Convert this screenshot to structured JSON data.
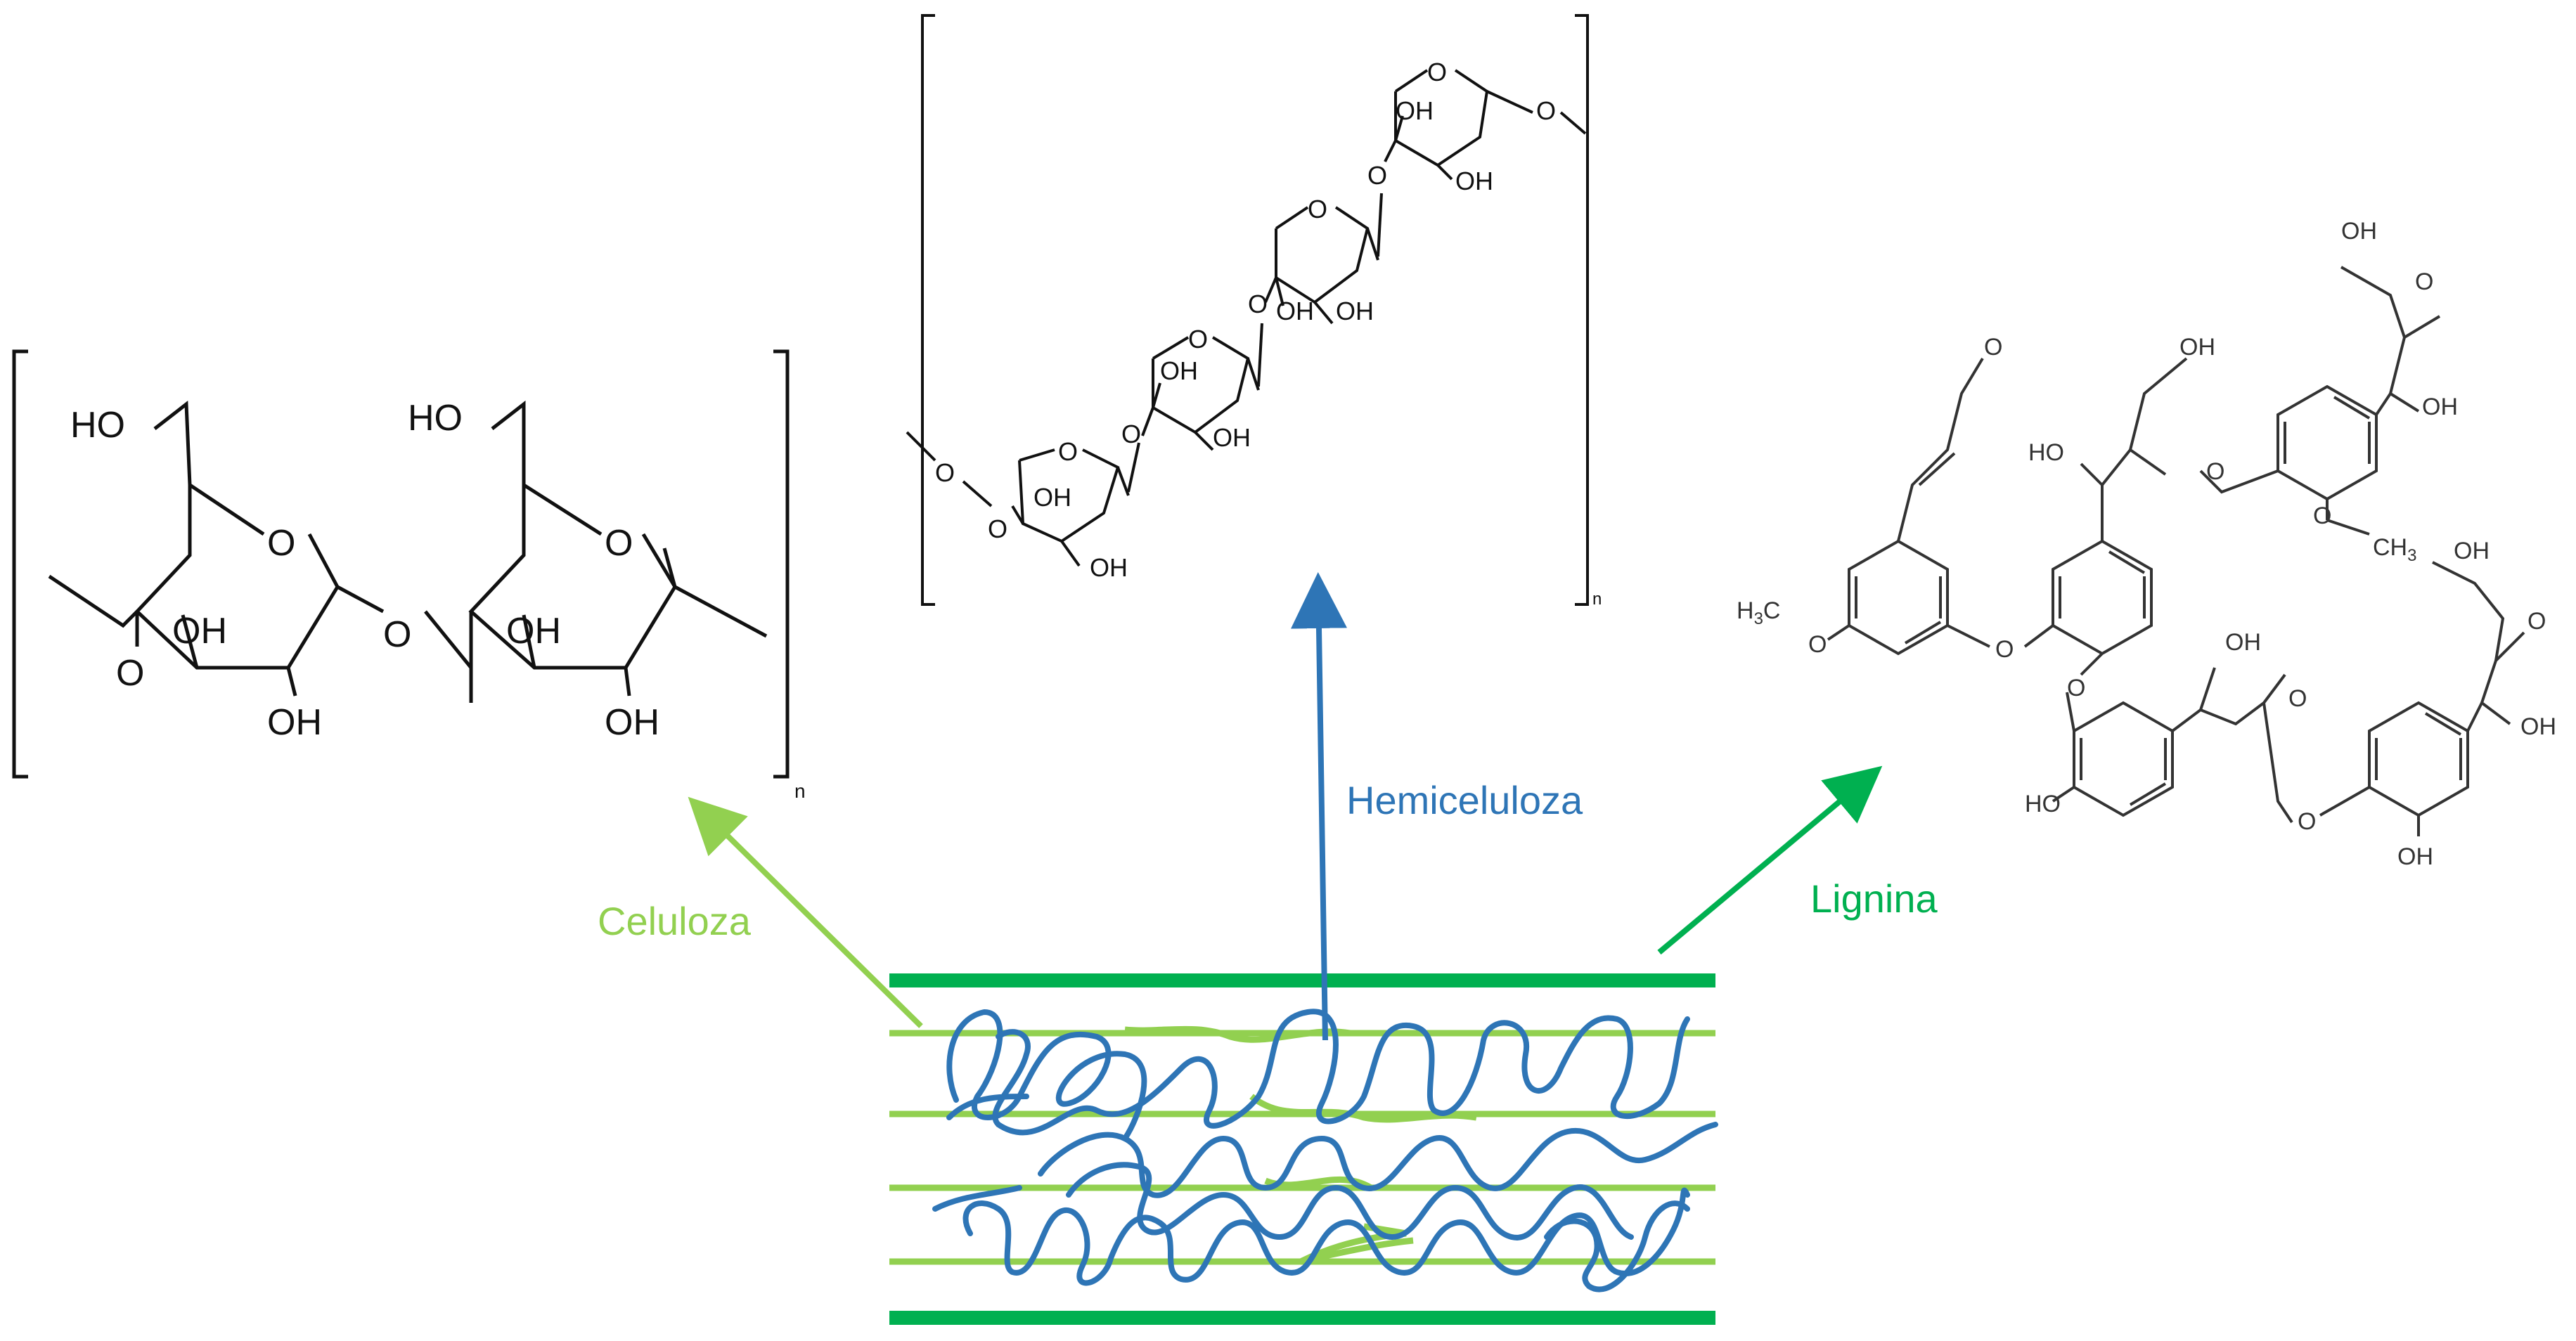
{
  "labels": {
    "celuloza": "Celuloza",
    "hemiceluloza": "Hemiceluloza",
    "lignina": "Lignina"
  },
  "cellulose": {
    "ho_1": "HO",
    "ho_2": "HO",
    "o_ring_1": "O",
    "o_ring_2": "O",
    "o_link": "O",
    "o_left": "O",
    "oh_1": "OH",
    "oh_2": "OH",
    "oh_3": "OH",
    "oh_4": "OH",
    "n": "n"
  },
  "hemicellulose": {
    "o_rings": [
      "O",
      "O",
      "O",
      "O"
    ],
    "o_links": [
      "O",
      "O",
      "O",
      "O",
      "O"
    ],
    "oh": [
      "OH",
      "OH",
      "OH",
      "OH",
      "OH",
      "OH",
      "OH",
      "OH"
    ],
    "n": "n"
  },
  "lignin": {
    "o_aldehyde": "O",
    "h3c": "H",
    "h3c_sub": "3",
    "h3c_c": "C",
    "o_methoxy_1": "O",
    "o_ether_1": "O",
    "o_ether_2": "O",
    "ho_1": "HO",
    "oh_top_1": "OH",
    "o_ketone_1": "O",
    "oh_side_1": "OH",
    "oh_top_2": "OH",
    "o_ether_3": "O",
    "o_methoxy_2": "O",
    "ch3": "CH",
    "ch3_sub": "3",
    "oh_top_3": "OH",
    "o_ketone_2": "O",
    "oh_side_2": "OH",
    "oh_mid": "OH",
    "o_ketone_3": "O",
    "o_ether_4": "O",
    "ho_bottom": "HO",
    "oh_bottom": "OH"
  },
  "colors": {
    "celuloza": "#92D050",
    "hemiceluloza": "#2E75B6",
    "lignina": "#00B050",
    "structure": "#111111"
  }
}
